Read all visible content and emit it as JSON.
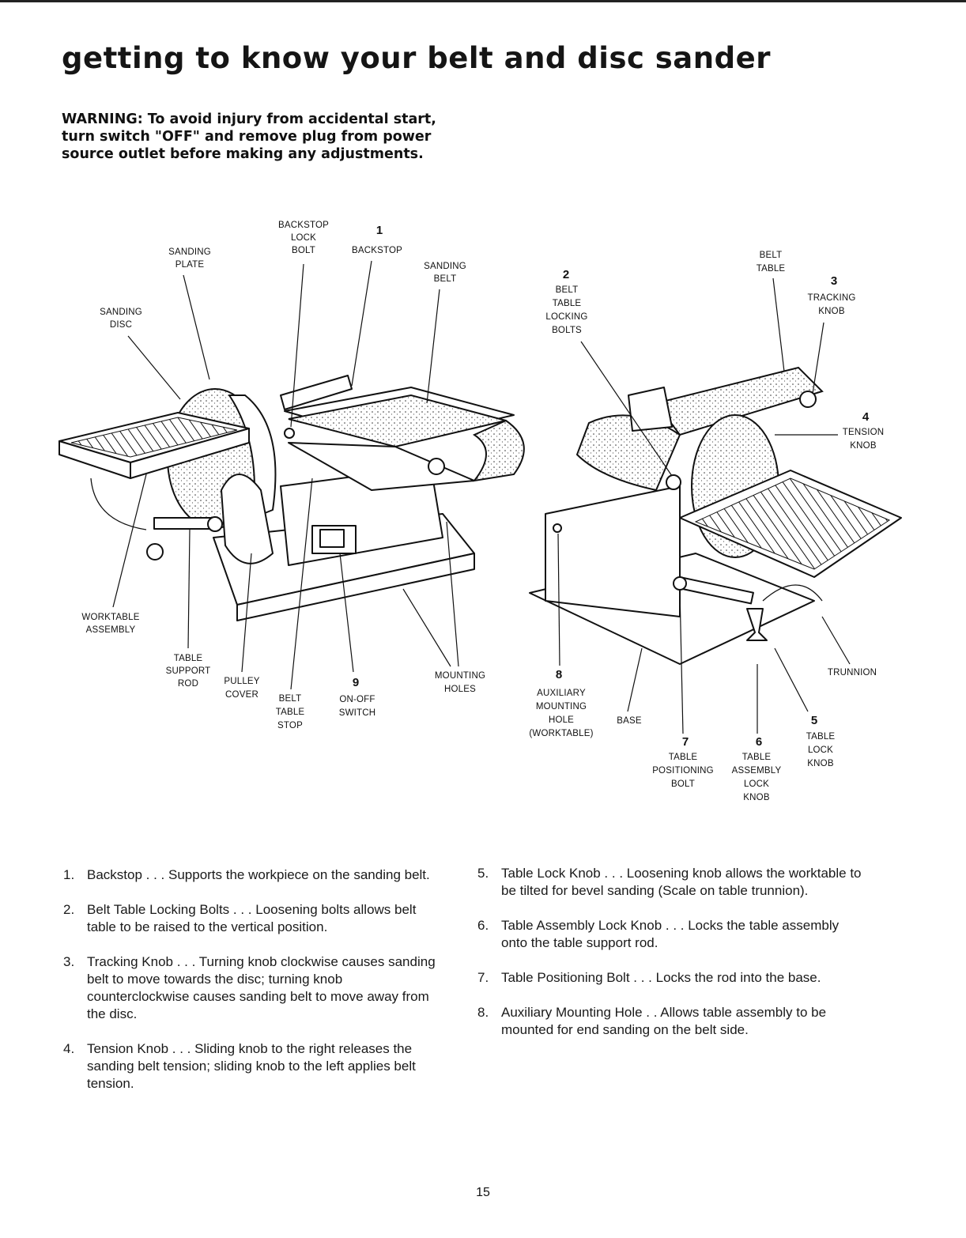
{
  "title": "getting to know your belt and disc sander",
  "warning": {
    "lead": "WARNING:",
    "text": "To avoid injury from accidental start, turn switch \"OFF\" and remove plug from power source outlet before making any adjustments."
  },
  "diagram_labels": {
    "backstop_lock_bolt": [
      "BACKSTOP",
      "LOCK",
      "BOLT"
    ],
    "n1": "1",
    "backstop": "BACKSTOP",
    "sanding_plate": [
      "SANDING",
      "PLATE"
    ],
    "sanding_belt": [
      "SANDING",
      "BELT"
    ],
    "sanding_disc": [
      "SANDING",
      "DISC"
    ],
    "worktable_assembly": [
      "WORKTABLE",
      "ASSEMBLY"
    ],
    "table_support_rod": [
      "TABLE",
      "SUPPORT",
      "ROD"
    ],
    "pulley_cover": [
      "PULLEY",
      "COVER"
    ],
    "belt_table_stop": [
      "BELT",
      "TABLE",
      "STOP"
    ],
    "n9": "9",
    "on_off_switch": [
      "ON-OFF",
      "SWITCH"
    ],
    "mounting_holes": [
      "MOUNTING",
      "HOLES"
    ],
    "n2": "2",
    "belt_table_locking_bolts": [
      "BELT",
      "TABLE",
      "LOCKING",
      "BOLTS"
    ],
    "belt_table": [
      "BELT",
      "TABLE"
    ],
    "n3": "3",
    "tracking_knob": [
      "TRACKING",
      "KNOB"
    ],
    "n4": "4",
    "tension_knob": [
      "TENSION",
      "KNOB"
    ],
    "trunnion": "TRUNNION",
    "n8": "8",
    "auxiliary_mounting_hole": [
      "AUXILIARY",
      "MOUNTING",
      "HOLE",
      "(WORKTABLE)"
    ],
    "base": "BASE",
    "n7": "7",
    "table_positioning_bolt": [
      "TABLE",
      "POSITIONING",
      "BOLT"
    ],
    "n6": "6",
    "table_assembly_lock_knob": [
      "TABLE",
      "ASSEMBLY",
      "LOCK",
      "KNOB"
    ],
    "n5": "5",
    "table_lock_knob": [
      "TABLE",
      "LOCK",
      "KNOB"
    ]
  },
  "descriptions_left": [
    {
      "num": "1.",
      "text": "Backstop . . . Supports the workpiece on the sanding belt."
    },
    {
      "num": "2.",
      "text": "Belt Table Locking Bolts . . . Loosening bolts allows belt table to be raised to the vertical position."
    },
    {
      "num": "3.",
      "text": "Tracking Knob . . . Turning knob clockwise causes sanding belt to move towards the disc; turning knob counterclockwise causes sanding belt to move away from the disc."
    },
    {
      "num": "4.",
      "text": "Tension Knob . . . Sliding knob to the right releases the sanding belt tension; sliding knob to the left applies belt tension."
    }
  ],
  "descriptions_right": [
    {
      "num": "5.",
      "text": "Table Lock Knob . . . Loosening knob allows the worktable to be tilted for bevel sanding (Scale on table trunnion)."
    },
    {
      "num": "6.",
      "text": "Table Assembly Lock Knob . . . Locks the table assembly onto the table support rod."
    },
    {
      "num": "7.",
      "text": "Table Positioning Bolt . . . Locks the rod into the base."
    },
    {
      "num": "8.",
      "text": "Auxiliary Mounting Hole . . Allows table assembly to be mounted for end sanding on the belt side."
    }
  ],
  "page_number": "15"
}
